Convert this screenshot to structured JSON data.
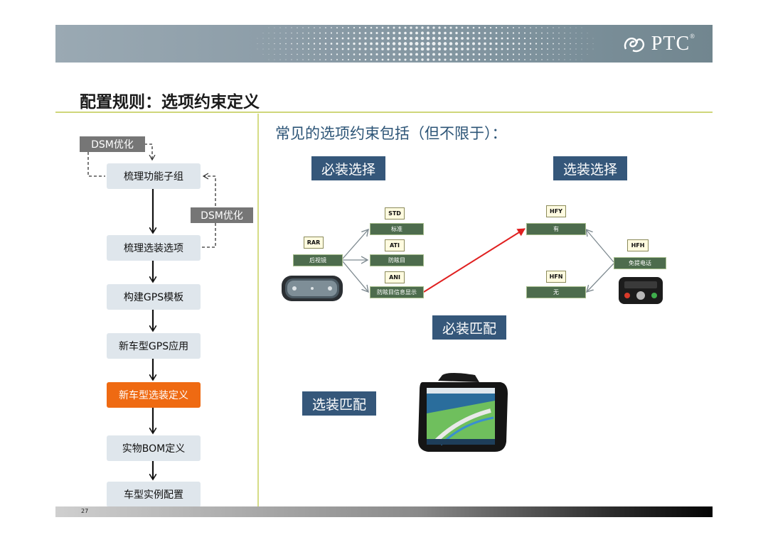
{
  "header": {
    "logo_text": "PTC",
    "logo_mark": "®",
    "logo_icon": "ptc-swirl-icon",
    "band_color": "#8a9ba6"
  },
  "slide": {
    "title": "配置规则：选项约束定义",
    "page_number": "27",
    "accent_rule_color": "#cfd67a"
  },
  "flow": {
    "steps": [
      "梳理功能子组",
      "梳理选装选项",
      "构建GPS模板",
      "新车型GPS应用",
      "新车型选装定义",
      "实物BOM定义",
      "车型实例配置"
    ],
    "highlight_color": "#ef6a12",
    "dsm_tags": [
      "DSM优化",
      "DSM优化"
    ]
  },
  "right": {
    "heading": "常见的选项约束包括（但不限于）：",
    "labels": {
      "required_selection": "必装选择",
      "optional_selection": "选装选择",
      "required_match": "必装匹配",
      "optional_match": "选装匹配"
    },
    "codes": {
      "rar": "RAR",
      "std": "STD",
      "ati": "ATI",
      "ani": "ANI",
      "hfy": "HFY",
      "hfh": "HFH",
      "hfn": "HFN"
    },
    "boxes": {
      "rar_label": "后视镜",
      "std_label": "标准",
      "ati_label": "防眩目",
      "ani_label": "防眩目信息显示",
      "hfy_label": "有",
      "hfh_label": "免提电话",
      "hfn_label": "无"
    },
    "label_color": "#35577a",
    "link_color": "#e02020"
  }
}
